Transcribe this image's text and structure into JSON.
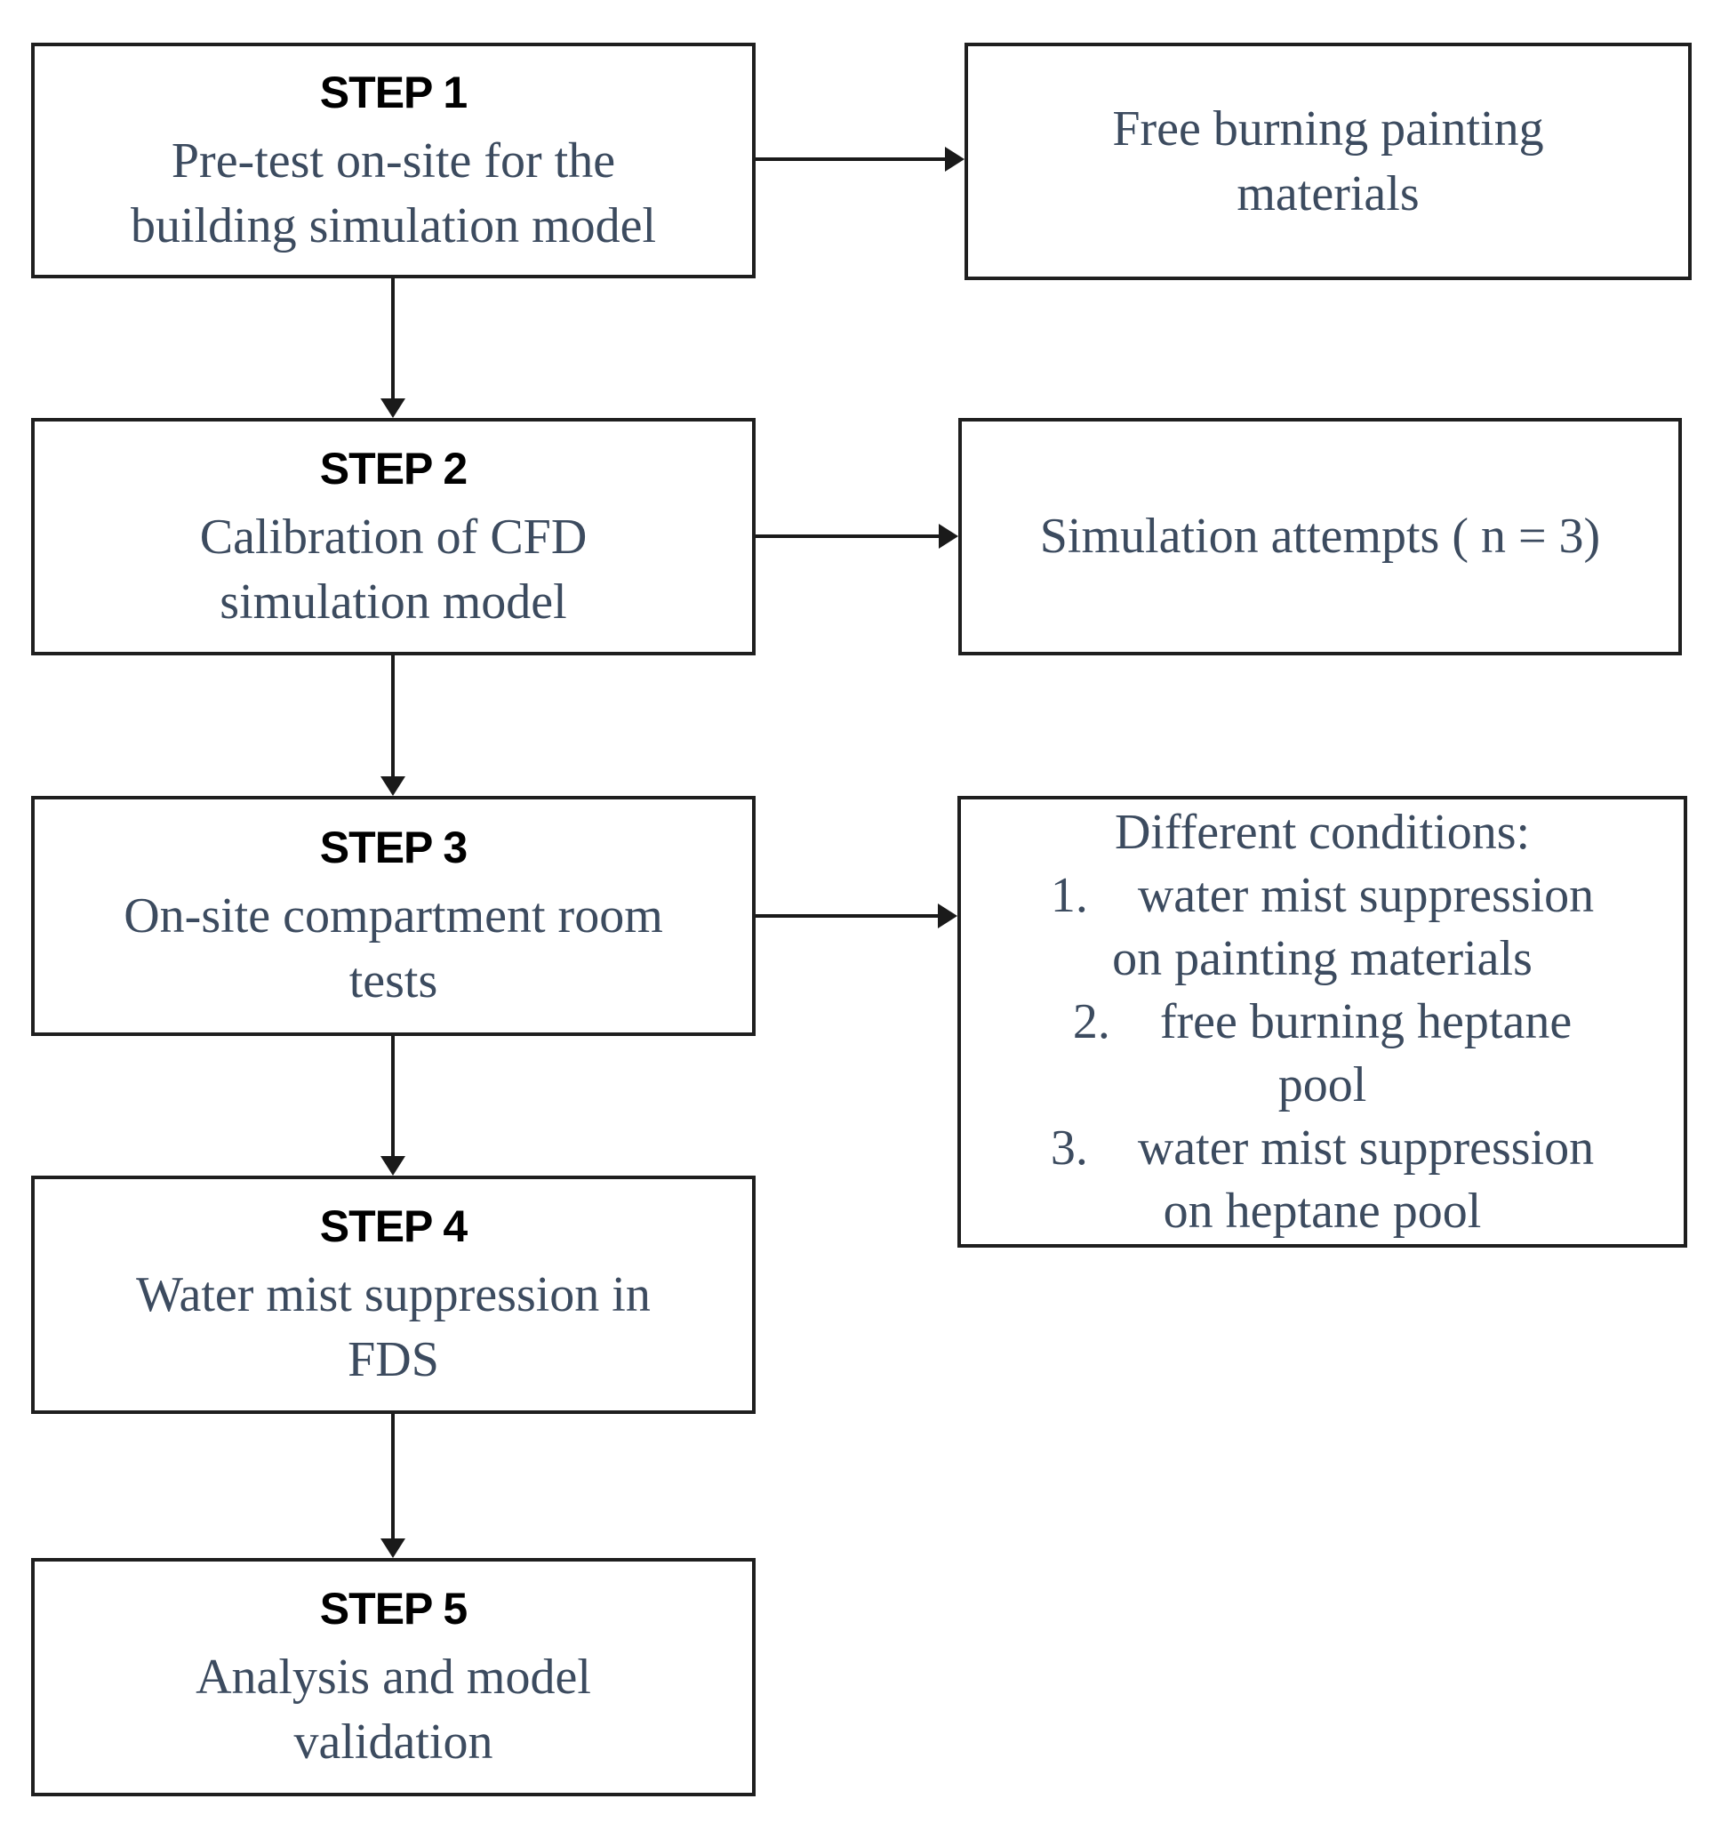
{
  "diagram": {
    "title": "Study workflow flowchart",
    "colors": {
      "background": "#ffffff",
      "box_border": "#1f1f1f",
      "step_title_text": "#000000",
      "body_text": "#3c4b5f",
      "arrow": "#1a1a1a"
    },
    "steps": [
      {
        "title": "STEP 1",
        "lines": [
          "Pre-test on-site for the",
          "building simulation model"
        ]
      },
      {
        "title": "STEP 2",
        "lines": [
          "Calibration of CFD",
          "simulation model"
        ]
      },
      {
        "title": "STEP 3",
        "lines": [
          "On-site compartment room",
          "tests"
        ]
      },
      {
        "title": "STEP 4",
        "lines": [
          "Water mist suppression in",
          "FDS"
        ]
      },
      {
        "title": "STEP 5",
        "lines": [
          "Analysis and model",
          "validation"
        ]
      }
    ],
    "side_notes": [
      {
        "lines": [
          "Free burning painting",
          "materials"
        ]
      },
      {
        "lines": [
          "Simulation attempts ( n = 3)"
        ]
      },
      {
        "lines": [
          "Different conditions:",
          "1.    water mist suppression",
          "on painting materials",
          "2.    free burning heptane",
          "pool",
          "3.    water mist suppression",
          "on heptane pool"
        ]
      }
    ],
    "connections": [
      "step1->note1",
      "step2->note2",
      "step3->note3",
      "step1->step2",
      "step2->step3",
      "step3->step4",
      "step4->step5"
    ]
  }
}
